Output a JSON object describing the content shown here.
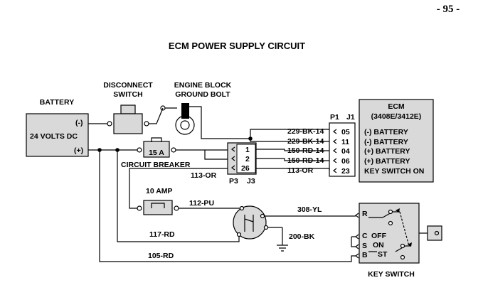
{
  "page_number": "- 95 -",
  "title": "ECM POWER SUPPLY CIRCUIT",
  "battery": {
    "label": "BATTERY",
    "voltage": "24 VOLTS DC",
    "neg": "(-)",
    "pos": "(+)"
  },
  "disconnect_switch": {
    "line1": "DISCONNECT",
    "line2": "SWITCH"
  },
  "ground_bolt": {
    "line1": "ENGINE BLOCK",
    "line2": "GROUND BOLT"
  },
  "ecm": {
    "line1": "ECM",
    "line2": "(3408E/3412E)",
    "p1": "P1",
    "j1": "J1",
    "pins": [
      "05",
      "11",
      "04",
      "06",
      "23"
    ],
    "pin_labels": [
      "(-) BATTERY",
      "(-) BATTERY",
      "(+) BATTERY",
      "(+) BATTERY",
      "KEY SWITCH ON"
    ]
  },
  "wires": {
    "w1": "229-BK-14",
    "w2": "229-BK-14",
    "w3": "150-RD-14",
    "w4": "150-RD-14",
    "w5": "113-OR",
    "w6": "113-OR",
    "w7": "112-PU",
    "w8": "308-YL",
    "w9": "117-RD",
    "w10": "200-BK",
    "w11": "105-RD"
  },
  "connector": {
    "pins": [
      "1",
      "2",
      "26"
    ],
    "p3": "P3",
    "j3": "J3"
  },
  "breaker_15": {
    "rating": "15 A",
    "label": "CIRCUIT BREAKER"
  },
  "breaker_10": {
    "label": "10 AMP"
  },
  "key_switch": {
    "label": "KEY SWITCH",
    "terminals": [
      "R",
      "C",
      "S",
      "B"
    ],
    "positions": [
      "OFF",
      "ON",
      "ST"
    ]
  }
}
